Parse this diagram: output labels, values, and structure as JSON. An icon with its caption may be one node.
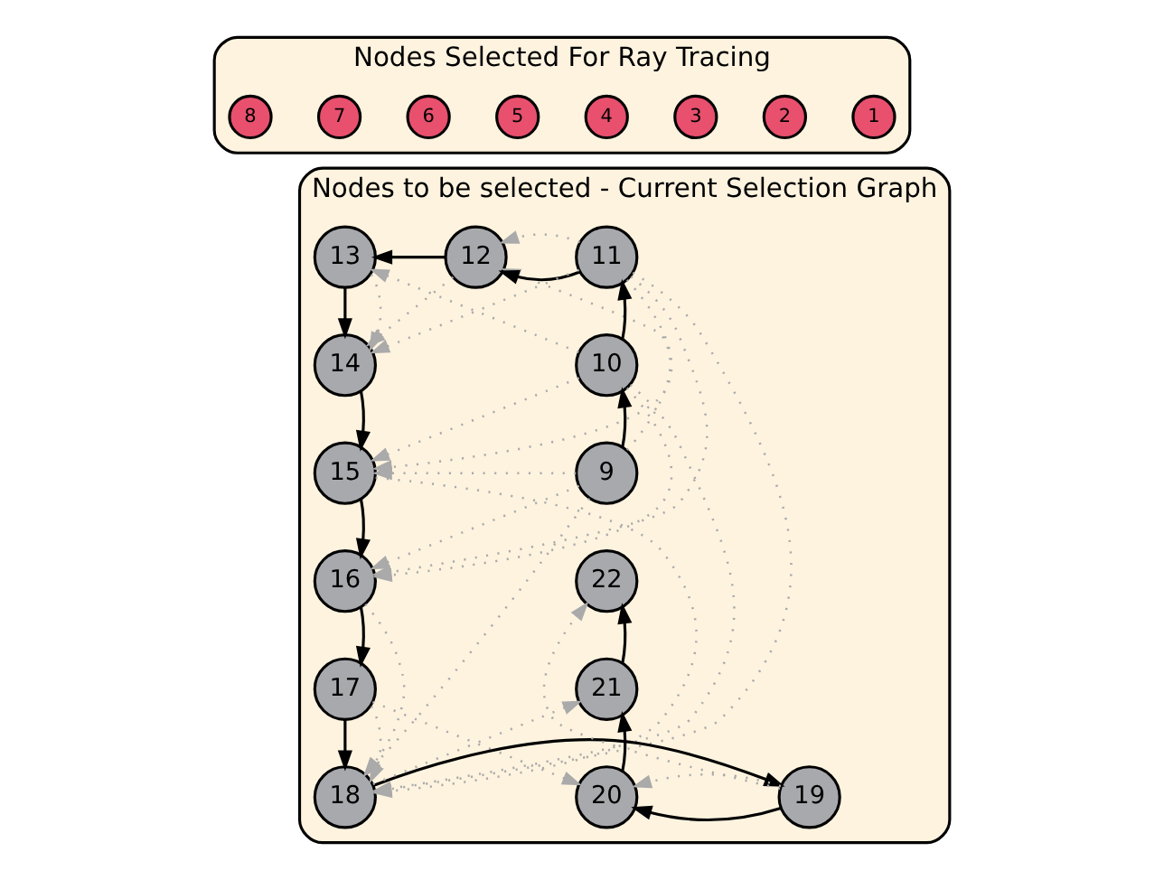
{
  "diagram": {
    "nodes": [
      {
        "text": [
          "Nodes Selected For Ray Tracing"
        ]
      },
      {
        "text": [
          "1"
        ],
        "in": 0
      },
      {
        "text": [
          "2"
        ],
        "in": 0
      },
      {
        "text": [
          "3"
        ],
        "in": 0
      },
      {
        "text": [
          "4"
        ],
        "in": 0
      },
      {
        "text": [
          "5"
        ],
        "in": 0
      },
      {
        "text": [
          "6"
        ],
        "in": 0
      },
      {
        "text": [
          "7"
        ],
        "in": 0
      },
      {
        "text": [
          "8"
        ],
        "in": 0
      },
      {
        "text": [
          "Nodes to be selected - Current Selection Graph"
        ]
      },
      {
        "text": [
          "9"
        ],
        "in": 9
      },
      {
        "text": [
          "10"
        ],
        "in": 9
      },
      {
        "text": [
          "11"
        ],
        "in": 9
      },
      {
        "text": [
          "12"
        ],
        "in": 9
      },
      {
        "text": [
          "13"
        ],
        "in": 9
      },
      {
        "text": [
          "14"
        ],
        "in": 9
      },
      {
        "text": [
          "15"
        ],
        "in": 9
      },
      {
        "text": [
          "16"
        ],
        "in": 9
      },
      {
        "text": [
          "17"
        ],
        "in": 9
      },
      {
        "text": [
          "18"
        ],
        "in": 9
      },
      {
        "text": [
          "19"
        ],
        "in": 9
      },
      {
        "text": [
          "20"
        ],
        "in": 9
      },
      {
        "text": [
          "21"
        ],
        "in": 9
      },
      {
        "text": [
          "22"
        ],
        "in": 9
      }
    ],
    "edges": [
      {
        "from": 10,
        "to": 11,
        "arrow": "to",
        "color": "#000000"
      },
      {
        "from": 11,
        "to": 12,
        "arrow": "to",
        "color": "#000000"
      },
      {
        "from": 12,
        "to": 13,
        "arrow": "to",
        "color": "#000000"
      },
      {
        "from": 13,
        "to": 14,
        "arrow": "to",
        "color": "#000000"
      },
      {
        "from": 14,
        "to": 15,
        "arrow": "to",
        "color": "#000000"
      },
      {
        "from": 15,
        "to": 16,
        "arrow": "to",
        "color": "#000000"
      },
      {
        "from": 16,
        "to": 17,
        "arrow": "to",
        "color": "#000000"
      },
      {
        "from": 17,
        "to": 18,
        "arrow": "to",
        "color": "#000000"
      },
      {
        "from": 18,
        "to": 19,
        "arrow": "to",
        "color": "#000000"
      },
      {
        "from": 19,
        "to": 20,
        "arrow": "to",
        "color": "#000000"
      },
      {
        "from": 20,
        "to": 21,
        "arrow": "to",
        "color": "#000000"
      },
      {
        "from": 21,
        "to": 22,
        "arrow": "to",
        "color": "#000000"
      },
      {
        "from": 22,
        "to": 23,
        "arrow": "to",
        "color": "#000000"
      },
      {
        "from": 10,
        "to": 13,
        "arrow": "to",
        "style": "dashed",
        "color": "#aaaaaa"
      },
      {
        "from": 10,
        "to": 16,
        "arrow": "to",
        "style": "dashed",
        "color": "#aaaaaa"
      },
      {
        "from": 10,
        "to": 17,
        "arrow": "to",
        "style": "dashed",
        "color": "#aaaaaa"
      },
      {
        "from": 10,
        "to": 19,
        "arrow": "to",
        "style": "dashed",
        "color": "#aaaaaa"
      },
      {
        "from": 11,
        "to": 14,
        "arrow": "to",
        "style": "dashed",
        "color": "#aaaaaa"
      },
      {
        "from": 11,
        "to": 16,
        "arrow": "to",
        "style": "dashed",
        "color": "#aaaaaa"
      },
      {
        "from": 11,
        "to": 17,
        "arrow": "to",
        "style": "dashed",
        "color": "#aaaaaa"
      },
      {
        "from": 11,
        "to": 19,
        "arrow": "to",
        "style": "dashed",
        "color": "#aaaaaa"
      },
      {
        "from": 12,
        "to": 13,
        "arrow": "to",
        "style": "dashed",
        "color": "#aaaaaa"
      },
      {
        "from": 12,
        "to": 15,
        "arrow": "to",
        "style": "dashed",
        "color": "#aaaaaa"
      },
      {
        "from": 12,
        "to": 16,
        "arrow": "to",
        "style": "dashed",
        "color": "#aaaaaa"
      },
      {
        "from": 12,
        "to": 17,
        "arrow": "to",
        "style": "dashed",
        "color": "#aaaaaa"
      },
      {
        "from": 12,
        "to": 19,
        "arrow": "to",
        "style": "dashed",
        "color": "#aaaaaa"
      },
      {
        "from": 13,
        "to": 15,
        "arrow": "to",
        "style": "dashed",
        "color": "#aaaaaa"
      },
      {
        "from": 14,
        "to": 15,
        "arrow": "to",
        "style": "dashed",
        "color": "#aaaaaa"
      },
      {
        "from": 16,
        "to": 19,
        "arrow": "to",
        "style": "dashed",
        "color": "#aaaaaa"
      },
      {
        "from": 17,
        "to": 19,
        "arrow": "to",
        "style": "dashed",
        "color": "#aaaaaa"
      },
      {
        "from": 18,
        "to": 19,
        "arrow": "to",
        "style": "dashed",
        "color": "#aaaaaa"
      },
      {
        "from": 18,
        "to": 21,
        "arrow": "to",
        "style": "dashed",
        "color": "#aaaaaa"
      },
      {
        "from": 19,
        "to": 22,
        "arrow": "to",
        "style": "dashed",
        "color": "#aaaaaa"
      },
      {
        "from": 20,
        "to": 21,
        "arrow": "to",
        "style": "dashed",
        "color": "#aaaaaa"
      },
      {
        "from": 20,
        "to": 23,
        "arrow": "to",
        "style": "dashed",
        "color": "#aaaaaa"
      }
    ]
  }
}
